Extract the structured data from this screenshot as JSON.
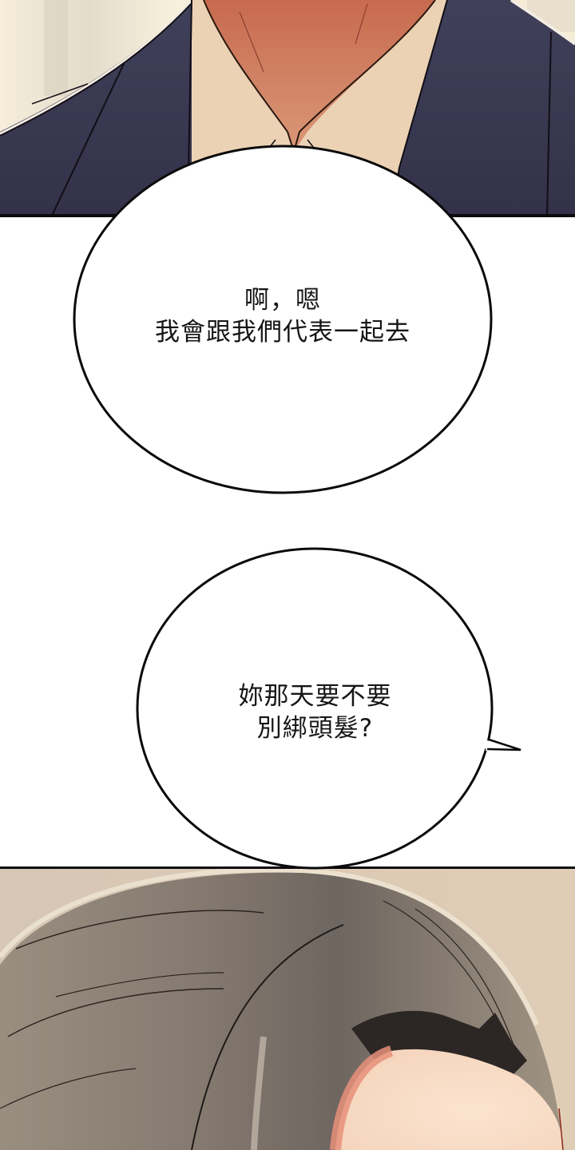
{
  "comic": {
    "panels": [
      {
        "id": "panel-1",
        "description": "close-up of man's neck, white shirt collar, dark tie and navy suit"
      },
      {
        "id": "panel-2",
        "description": "white space with two speech bubbles"
      },
      {
        "id": "panel-3",
        "description": "close-up of top of woman's head with dark hair"
      }
    ],
    "bubbles": [
      {
        "id": "bubble-1",
        "lines": [
          "啊，嗯",
          "我會跟我們代表一起去"
        ]
      },
      {
        "id": "bubble-2",
        "lines": [
          "妳那天要不要",
          "別綁頭髮?"
        ]
      }
    ]
  },
  "colors": {
    "suit": "#3a3850",
    "shirt": "#ecd2b4",
    "skin": "#c9795c",
    "tie": "#3b2f3e",
    "hair": "#7a7068",
    "face": "#f8dcc4",
    "background_top": "#f3ead5",
    "background_bottom": "#d8c8b6",
    "line": "#0d0b10"
  }
}
